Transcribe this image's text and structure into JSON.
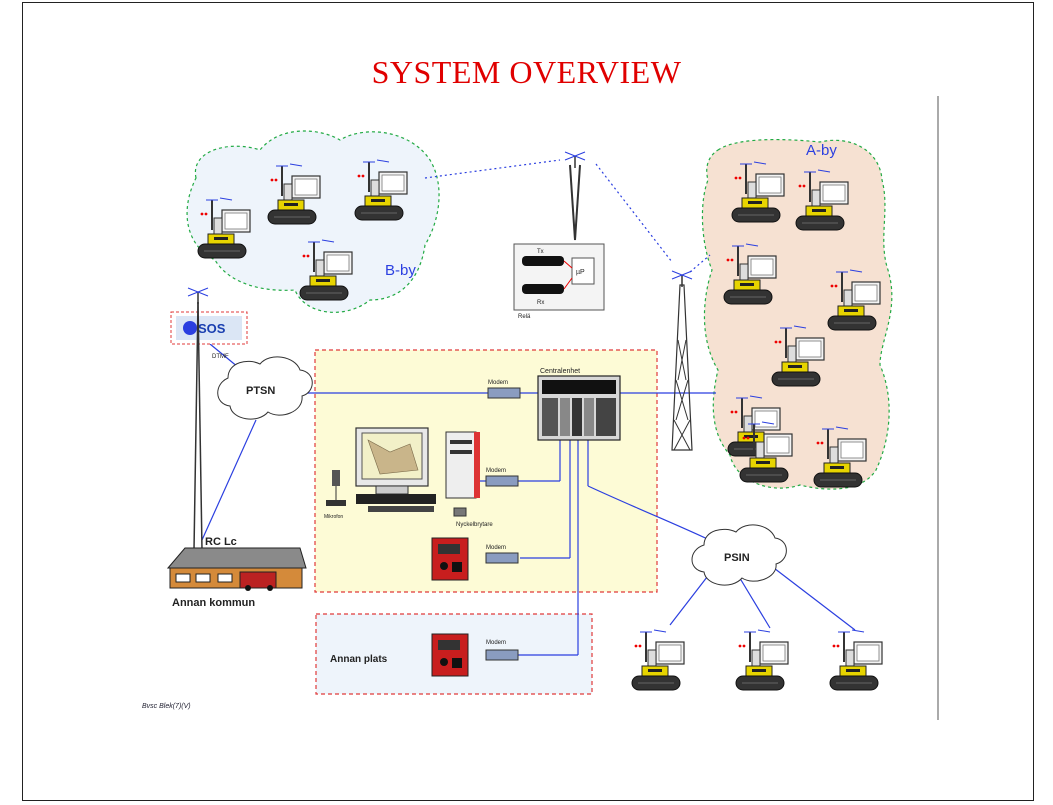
{
  "title": "SYSTEM OVERVIEW",
  "labels": {
    "b_by": "B-by",
    "a_by": "A-by",
    "sos": "SOS",
    "dtmf": "DTMF",
    "ptsn": "PTSN",
    "psin": "PSIN",
    "rc_lc": "RC Lc",
    "annan_kommun": "Annan kommun",
    "annan_plats": "Annan plats",
    "modem": "Modem",
    "centralenhet": "Centralenhet",
    "nyckelbrytare": "Nyckelbrytare",
    "rela": "Relä",
    "tx": "Tx",
    "rx": "Rx",
    "mu": "µP",
    "mikrofon": "Mikrofon",
    "footer": "Bvsc Blek(7)(V)"
  },
  "colors": {
    "title": "#e00000",
    "link_blue": "#2b3fe0",
    "b_by_fill": "#eef4fb",
    "a_by_fill": "#f6e1d2",
    "center_fill": "#fdfbd6",
    "cloud_outline": "#22aa44",
    "box_dash": "#e03a3a"
  }
}
